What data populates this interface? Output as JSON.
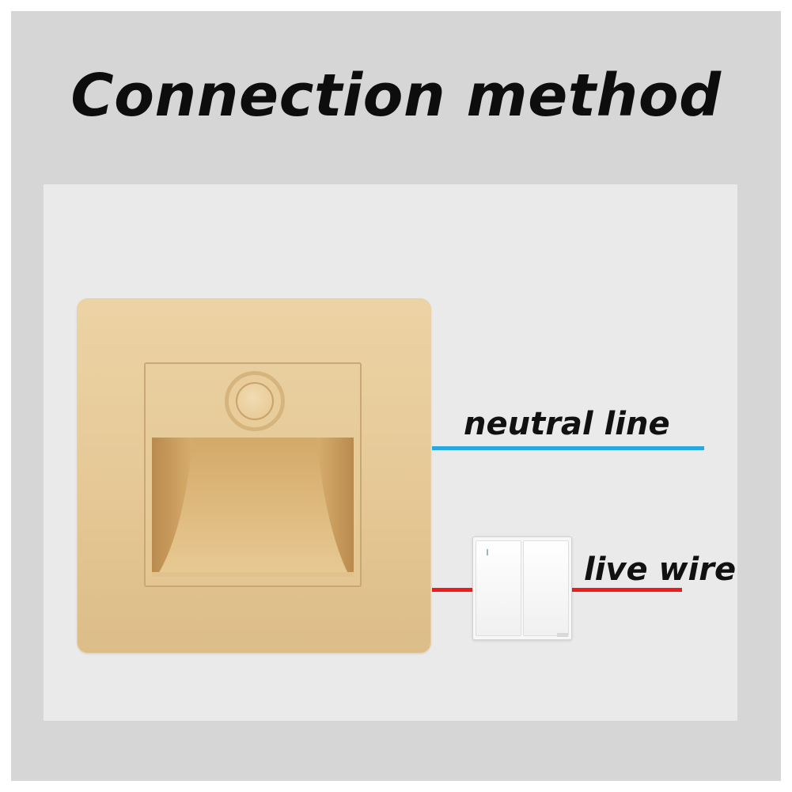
{
  "title": "Connection method",
  "labels": {
    "neutral": "neutral line",
    "live": "live wire"
  },
  "colors": {
    "neutral_wire": "#28a8e0",
    "live_wire": "#ee1d1d",
    "plate": "#e6c997",
    "background": "#d6d6d6",
    "panel": "#eaeaea"
  },
  "icons": {
    "light": "led-step-light-icon",
    "switch": "double-rocker-switch-icon"
  }
}
